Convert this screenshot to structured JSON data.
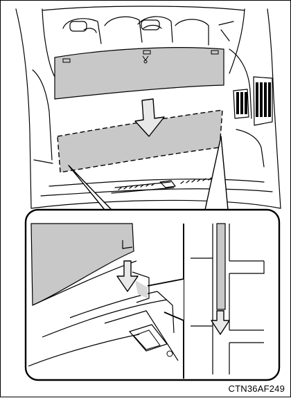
{
  "figure": {
    "code": "CTN36AF249"
  },
  "colors": {
    "line": "#000000",
    "panel_fill": "#c8c8c8",
    "arrow_fill": "#e0e0e0",
    "shadow": "#d8d8d8"
  },
  "icons": {
    "arrow_main": "down-arrow",
    "arrow_detail_left": "down-arrow",
    "arrow_detail_right": "down-arrow"
  }
}
